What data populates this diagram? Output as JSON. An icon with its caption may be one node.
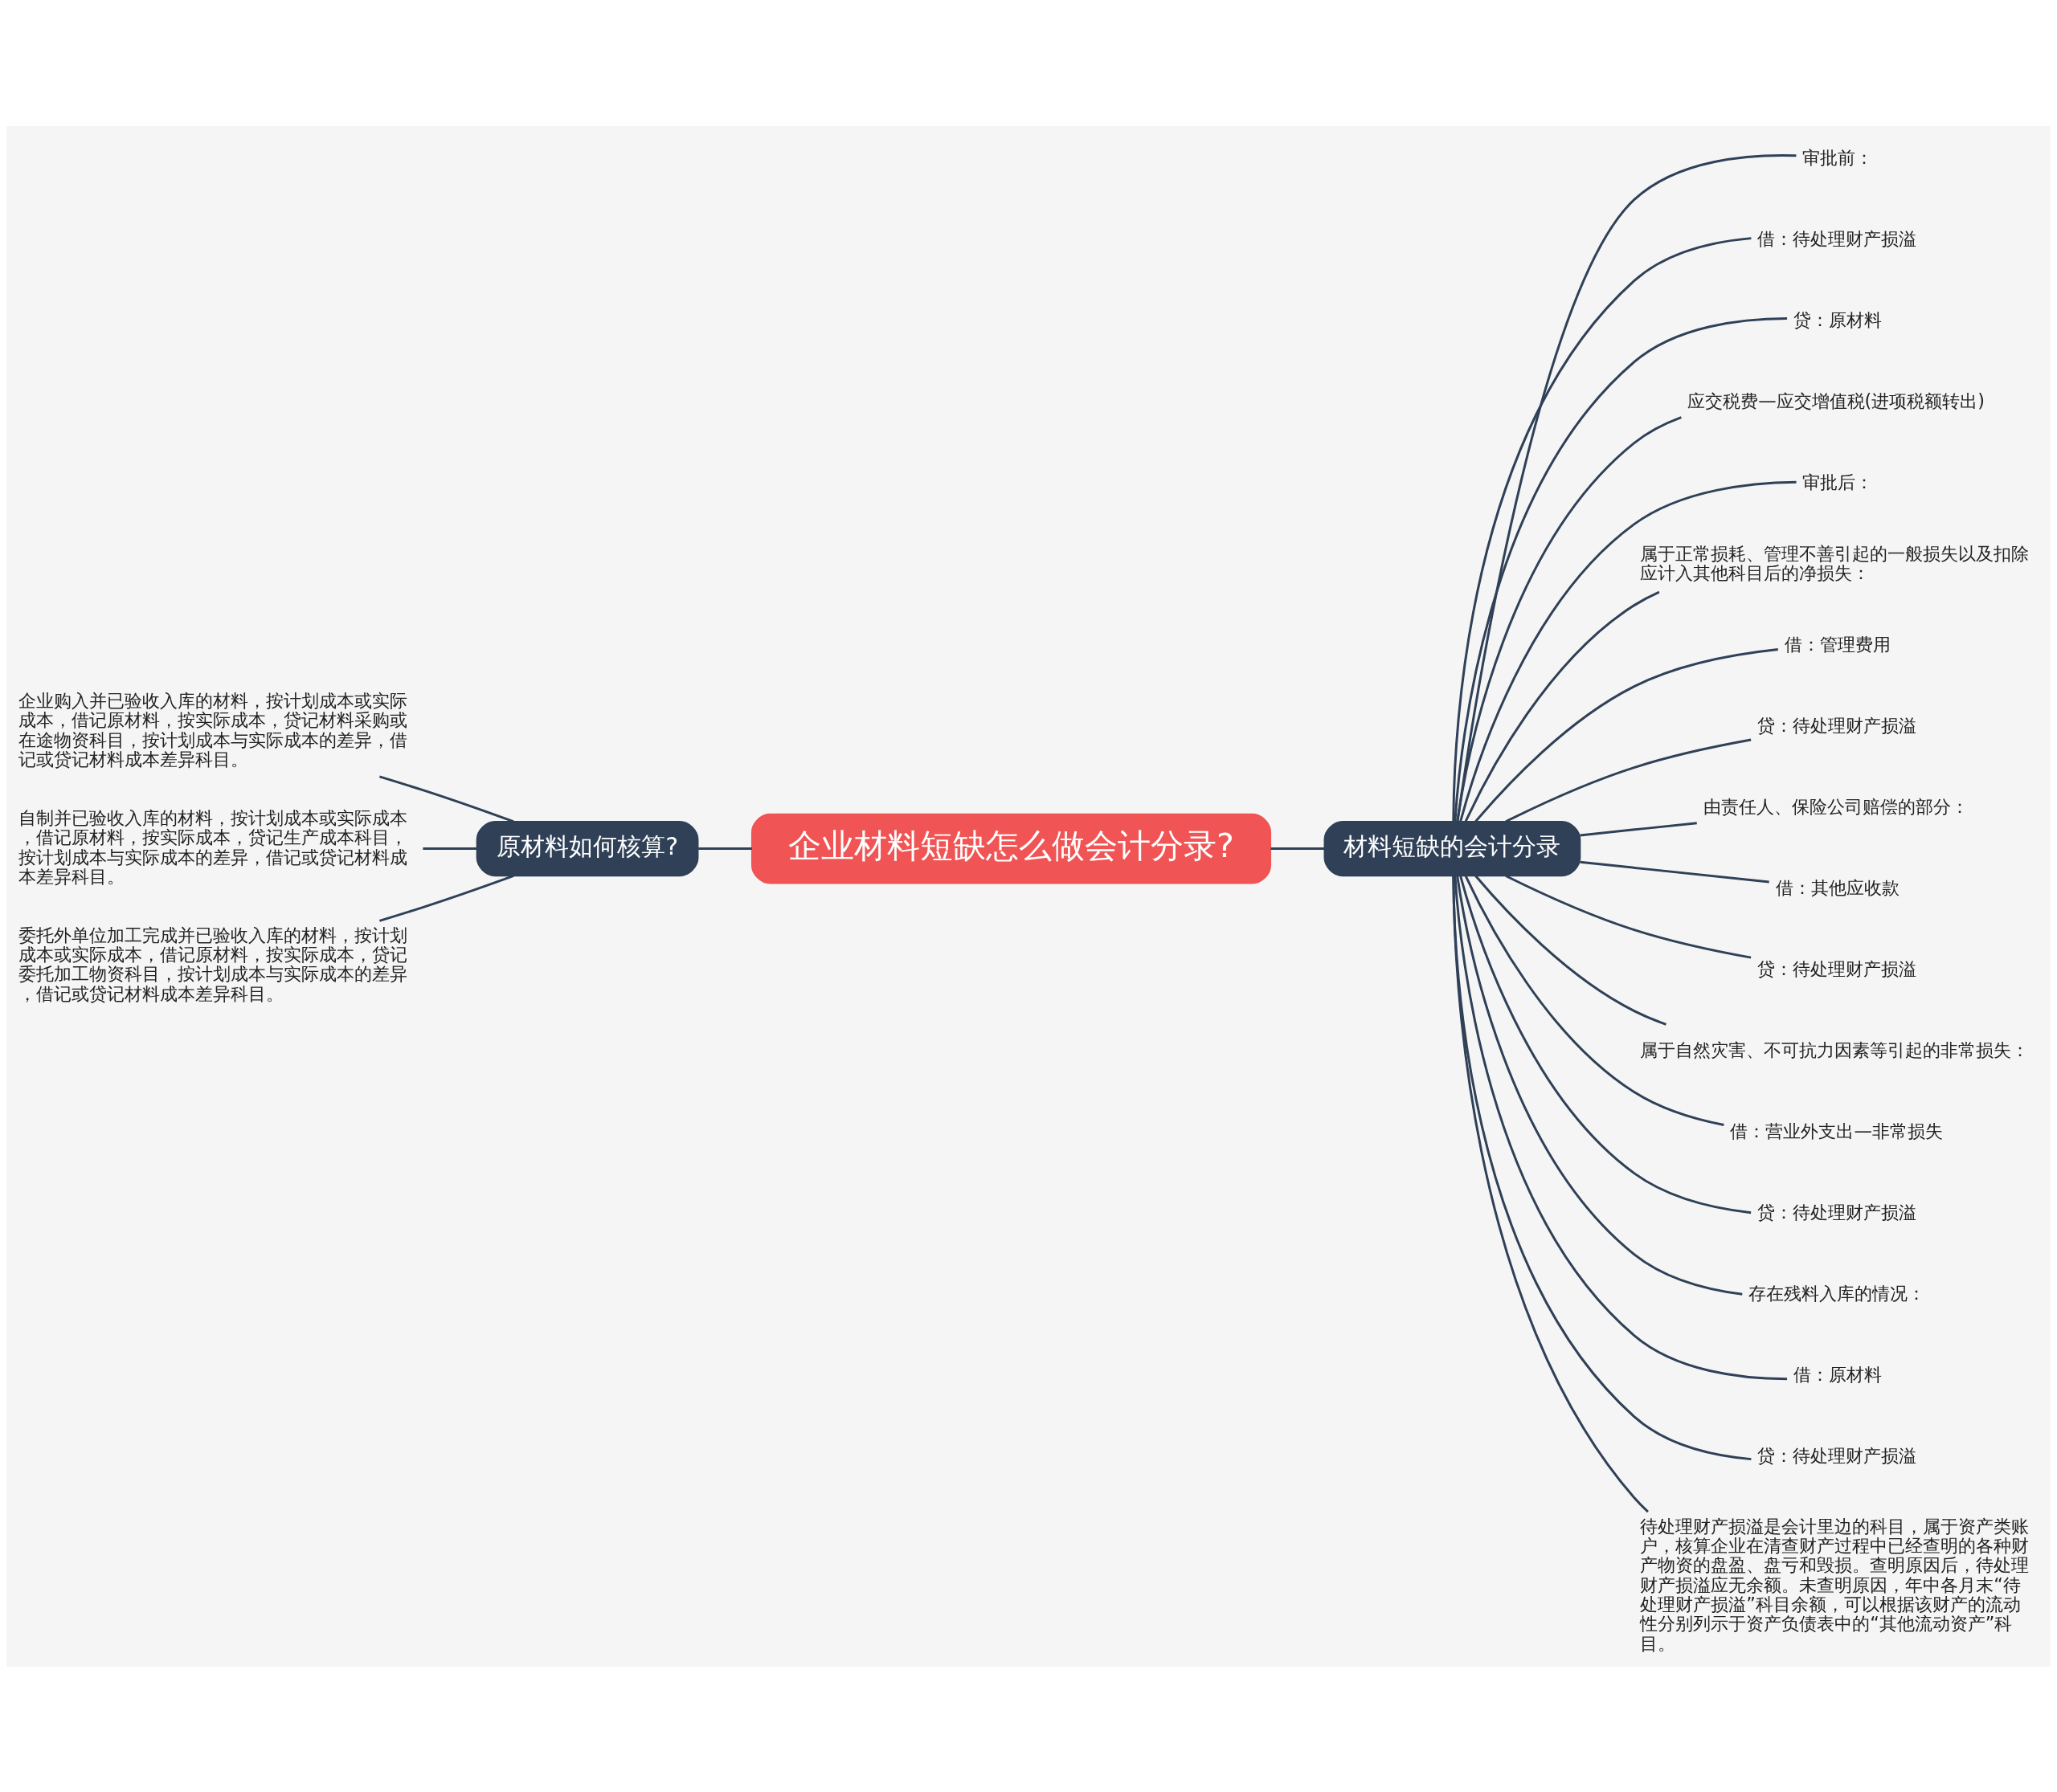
{
  "diagram": {
    "nodes": [
      {
        "text": [
          "企业材料短缺怎么做会计分录?"
        ]
      },
      {
        "text": [
          "原材料如何核算?"
        ]
      },
      {
        "text": [
          "材料短缺的会计分录"
        ]
      },
      {
        "text": [
          "企业购入并已验收入库的材料，按计划成本或实际成本，借记原材料，按实际成本，贷记材料采购或在途物资科目，按计划成本与实际成本的差异，借记或贷记材料成本差异科目。"
        ]
      },
      {
        "text": [
          "自制并已验收入库的材料，按计划成本或实际成本，借记原材料，按实际成本，贷记生产成本科目，按计划成本与实际成本的差异，借记或贷记材料成本差异科目。"
        ]
      },
      {
        "text": [
          "委托外单位加工完成并已验收入库的材料，按计划成本或实际成本，借记原材料，按实际成本，贷记委托加工物资科目，按计划成本与实际成本的差异，借记或贷记材料成本差异科目。"
        ]
      },
      {
        "text": [
          "审批前："
        ]
      },
      {
        "text": [
          "借：待处理财产损溢"
        ]
      },
      {
        "text": [
          "贷：原材料"
        ]
      },
      {
        "text": [
          "应交税费—应交增值税(进项税额转出)"
        ]
      },
      {
        "text": [
          "审批后："
        ]
      },
      {
        "text": [
          "属于正常损耗、管理不善引起的一般损失以及扣除应计入其他科目后的净损失："
        ]
      },
      {
        "text": [
          "借：管理费用"
        ]
      },
      {
        "text": [
          "贷：待处理财产损溢"
        ]
      },
      {
        "text": [
          "由责任人、保险公司赔偿的部分："
        ]
      },
      {
        "text": [
          "借：其他应收款"
        ]
      },
      {
        "text": [
          "贷：待处理财产损溢"
        ]
      },
      {
        "text": [
          "属于自然灾害、不可抗力因素等引起的非常损失："
        ]
      },
      {
        "text": [
          "借：营业外支出—非常损失"
        ]
      },
      {
        "text": [
          "贷：待处理财产损溢"
        ]
      },
      {
        "text": [
          "存在残料入库的情况："
        ]
      },
      {
        "text": [
          "借：原材料"
        ]
      },
      {
        "text": [
          "贷：待处理财产损溢"
        ]
      },
      {
        "text": [
          "待处理财产损溢是会计里边的科目，属于资产类账户，核算企业在清查财产过程中已经查明的各种财产物资的盘盈、盘亏和毁损。查明原因后，待处理财产损溢应无余额。未查明原因，年中各月末“待处理财产损溢”科目余额，可以根据该财产的流动性分别列示于资产负债表中的“其他流动资产”科目。"
        ]
      }
    ],
    "edges": [
      {
        "from": 0,
        "to": 1,
        "arrow": "none"
      },
      {
        "from": 0,
        "to": 2,
        "arrow": "none"
      },
      {
        "from": 1,
        "to": 3,
        "arrow": "none"
      },
      {
        "from": 1,
        "to": 4,
        "arrow": "none"
      },
      {
        "from": 1,
        "to": 5,
        "arrow": "none"
      },
      {
        "from": 2,
        "to": 6,
        "arrow": "none"
      },
      {
        "from": 2,
        "to": 7,
        "arrow": "none"
      },
      {
        "from": 2,
        "to": 8,
        "arrow": "none"
      },
      {
        "from": 2,
        "to": 9,
        "arrow": "none"
      },
      {
        "from": 2,
        "to": 10,
        "arrow": "none"
      },
      {
        "from": 2,
        "to": 11,
        "arrow": "none"
      },
      {
        "from": 2,
        "to": 12,
        "arrow": "none"
      },
      {
        "from": 2,
        "to": 13,
        "arrow": "none"
      },
      {
        "from": 2,
        "to": 14,
        "arrow": "none"
      },
      {
        "from": 2,
        "to": 15,
        "arrow": "none"
      },
      {
        "from": 2,
        "to": 16,
        "arrow": "none"
      },
      {
        "from": 2,
        "to": 17,
        "arrow": "none"
      },
      {
        "from": 2,
        "to": 18,
        "arrow": "none"
      },
      {
        "from": 2,
        "to": 19,
        "arrow": "none"
      },
      {
        "from": 2,
        "to": 20,
        "arrow": "none"
      },
      {
        "from": 2,
        "to": 21,
        "arrow": "none"
      },
      {
        "from": 2,
        "to": 22,
        "arrow": "none"
      },
      {
        "from": 2,
        "to": 23,
        "arrow": "none"
      }
    ]
  }
}
